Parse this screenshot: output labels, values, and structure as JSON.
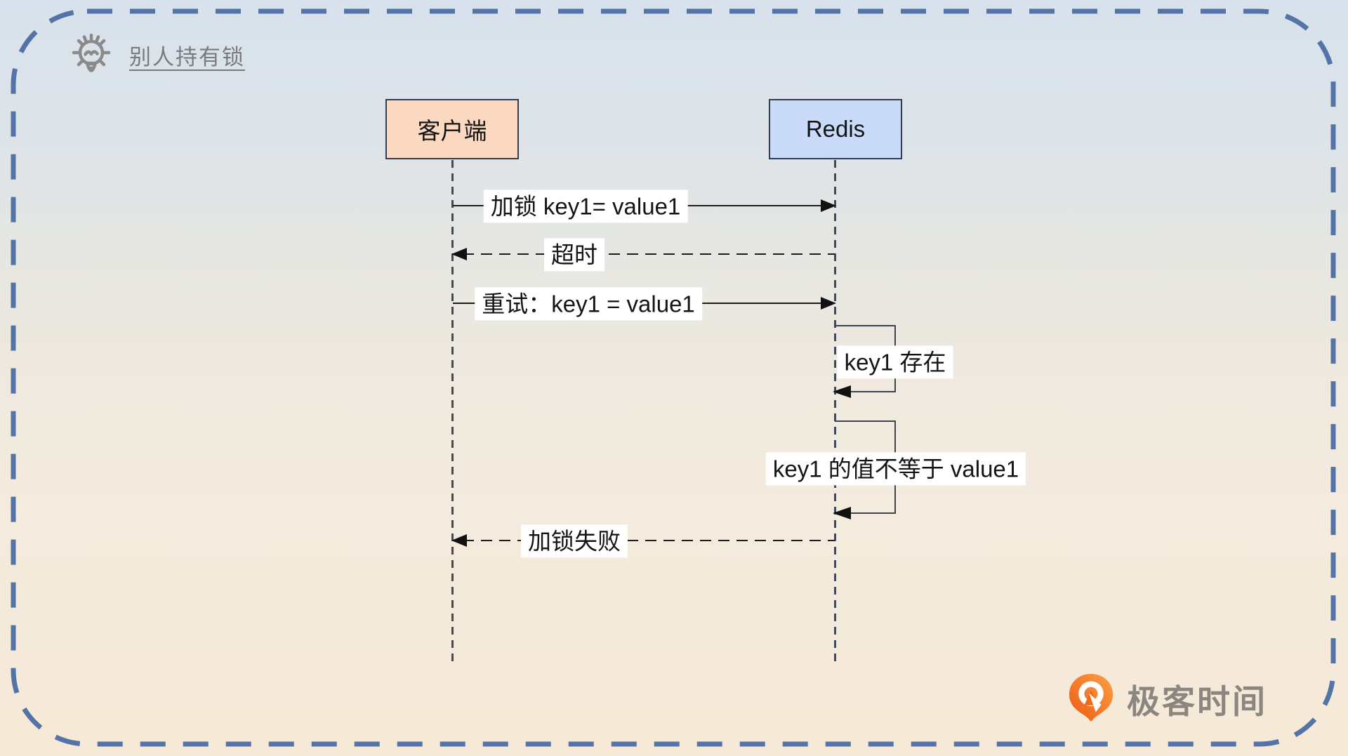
{
  "header": {
    "title": "别人持有锁",
    "icon": "lightbulb-icon"
  },
  "diagram": {
    "type": "sequence",
    "actors": [
      {
        "id": "client",
        "label": "客户端",
        "fill": "#fbd9c1"
      },
      {
        "id": "redis",
        "label": "Redis",
        "fill": "#c9dbf8"
      }
    ],
    "messages": [
      {
        "label": "加锁 key1= value1",
        "from": "client",
        "to": "redis",
        "style": "solid"
      },
      {
        "label": "超时",
        "from": "redis",
        "to": "client",
        "style": "dashed"
      },
      {
        "label": "重试：key1 = value1",
        "from": "client",
        "to": "redis",
        "style": "solid"
      },
      {
        "label": "key1 存在",
        "from": "redis",
        "to": "redis",
        "style": "self-loop"
      },
      {
        "label": "key1 的值不等于 value1",
        "from": "redis",
        "to": "redis",
        "style": "self-loop"
      },
      {
        "label": "加锁失败",
        "from": "redis",
        "to": "client",
        "style": "dashed"
      }
    ]
  },
  "watermark": {
    "label": "极客时间",
    "icon": "geektime-logo-icon",
    "logo_color": "#f06a1c"
  },
  "colors": {
    "border_dash": "#5474a8",
    "box_border": "#303c50",
    "message_line": "#1c1c1c",
    "title_text": "#7b7b7b",
    "watermark_text": "#8b8680",
    "bg_top": "#d8e2ec",
    "bg_bottom": "#f6e9d7"
  }
}
